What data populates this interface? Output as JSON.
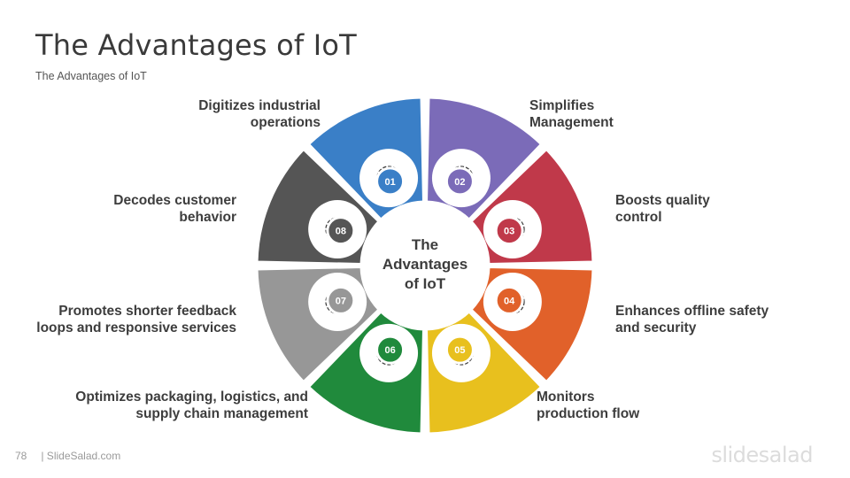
{
  "slide": {
    "title": "The Advantages of IoT",
    "subtitle": "The Advantages of IoT",
    "center_line1": "The",
    "center_line2": "Advantages",
    "center_line3": "of IoT",
    "page_number": "78",
    "footer_text": "| SlideSalad.com",
    "brand": "slidesalad"
  },
  "items": [
    {
      "num": "01",
      "label_line1": "Digitizes industrial",
      "label_line2": "operations",
      "color": "#3a7fc7",
      "icon": "circuit-gear-icon"
    },
    {
      "num": "02",
      "label_line1": "Simplifies",
      "label_line2": "Management",
      "color": "#7b6bb8",
      "icon": "lightbulb-gear-icon"
    },
    {
      "num": "03",
      "label_line1": "Boosts quality",
      "label_line2": "control",
      "color": "#c0394a",
      "icon": "gear-check-icon"
    },
    {
      "num": "04",
      "label_line1": "Enhances offline safety",
      "label_line2": "and security",
      "color": "#e1612a",
      "icon": "shield-network-icon"
    },
    {
      "num": "05",
      "label_line1": "Monitors",
      "label_line2": "production flow",
      "color": "#e8c01e",
      "icon": "monitor-hand-icon"
    },
    {
      "num": "06",
      "label_line1": "Optimizes packaging, logistics, and",
      "label_line2": "supply chain management",
      "color": "#208a3c",
      "icon": "box-gear-icon"
    },
    {
      "num": "07",
      "label_line1": "Promotes shorter feedback",
      "label_line2": "loops and responsive services",
      "color": "#979797",
      "icon": "cycle-arrows-icon"
    },
    {
      "num": "08",
      "label_line1": "Decodes customer",
      "label_line2": "behavior",
      "color": "#555555",
      "icon": "customer-analysis-icon"
    }
  ]
}
